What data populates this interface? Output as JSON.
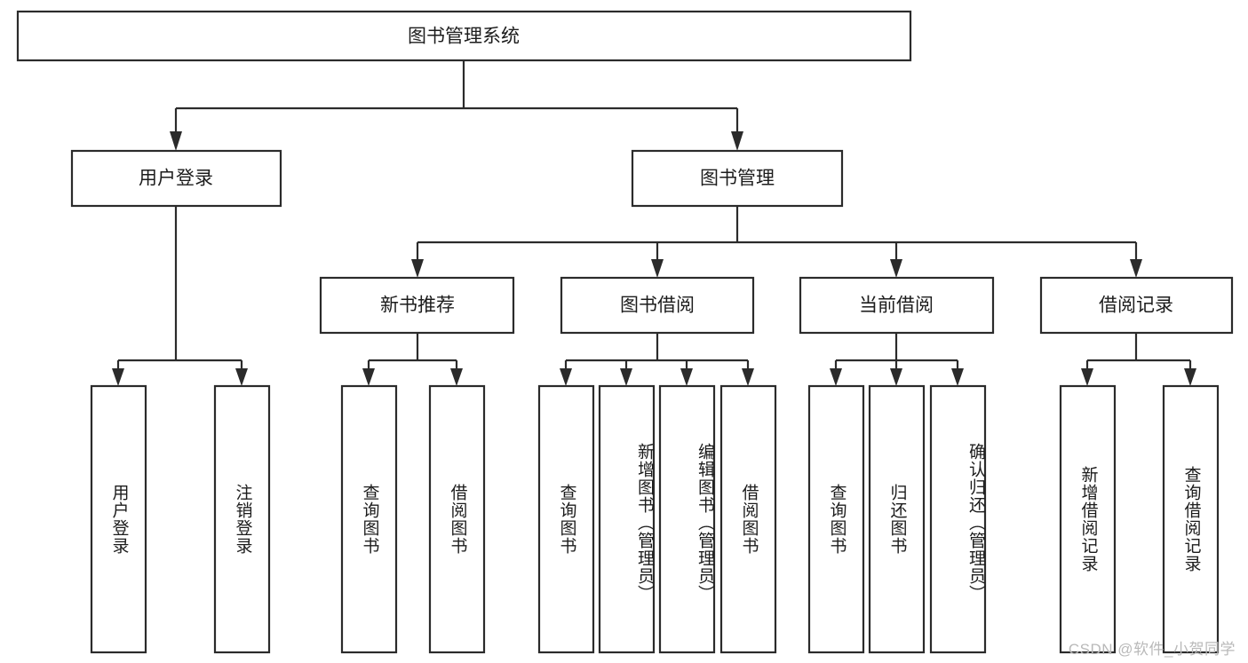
{
  "diagram": {
    "type": "tree",
    "title": "图书管理系统",
    "watermark": "CSDN @软件_小贺同学",
    "colors": {
      "stroke": "#2b2b2b",
      "fill": "#ffffff",
      "text": "#1c1c1c",
      "watermark": "#b9b9b9"
    },
    "root": {
      "label": "图书管理系统",
      "orientation": "horizontal"
    },
    "level2": [
      {
        "label": "用户登录",
        "orientation": "horizontal"
      },
      {
        "label": "图书管理",
        "orientation": "horizontal"
      }
    ],
    "level3": [
      {
        "label": "新书推荐",
        "orientation": "horizontal"
      },
      {
        "label": "图书借阅",
        "orientation": "horizontal"
      },
      {
        "label": "当前借阅",
        "orientation": "horizontal"
      },
      {
        "label": "借阅记录",
        "orientation": "horizontal"
      }
    ],
    "leaves": {
      "user_login": [
        {
          "label": "用户登录",
          "orientation": "vertical"
        },
        {
          "label": "注销登录",
          "orientation": "vertical"
        }
      ],
      "new_book_recommend": [
        {
          "label": "查询图书",
          "orientation": "vertical"
        },
        {
          "label": "借阅图书",
          "orientation": "vertical"
        }
      ],
      "book_borrow": [
        {
          "label": "查询图书",
          "orientation": "vertical"
        },
        {
          "label": "新增图书（管理员）",
          "orientation": "vertical"
        },
        {
          "label": "编辑图书（管理员）",
          "orientation": "vertical"
        },
        {
          "label": "借阅图书",
          "orientation": "vertical"
        }
      ],
      "current_borrow": [
        {
          "label": "查询图书",
          "orientation": "vertical"
        },
        {
          "label": "归还图书",
          "orientation": "vertical"
        },
        {
          "label": "确认归还（管理员）",
          "orientation": "vertical"
        }
      ],
      "borrow_record": [
        {
          "label": "新增借阅记录",
          "orientation": "vertical"
        },
        {
          "label": "查询借阅记录",
          "orientation": "vertical"
        }
      ]
    }
  }
}
